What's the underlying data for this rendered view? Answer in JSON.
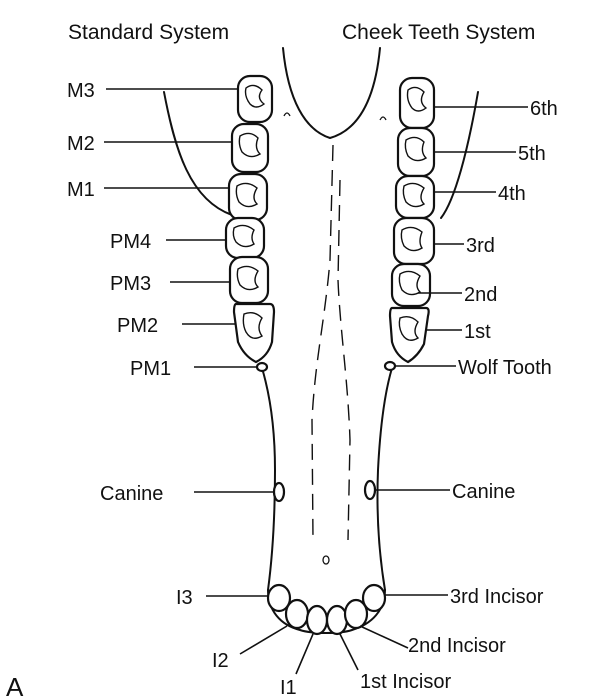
{
  "headers": {
    "standard": "Standard System",
    "cheek": "Cheek Teeth System"
  },
  "left_labels": {
    "m3": "M3",
    "m2": "M2",
    "m1": "M1",
    "pm4": "PM4",
    "pm3": "PM3",
    "pm2": "PM2",
    "pm1": "PM1",
    "canine": "Canine",
    "i3": "I3",
    "i2": "I2",
    "i1": "I1"
  },
  "right_labels": {
    "sixth": "6th",
    "fifth": "5th",
    "fourth": "4th",
    "third": "3rd",
    "second": "2nd",
    "first": "1st",
    "wolf": "Wolf Tooth",
    "canine": "Canine",
    "incisor3": "3rd Incisor",
    "incisor2": "2nd Incisor",
    "incisor1": "1st Incisor"
  },
  "panel_letter": "A",
  "colors": {
    "ink": "#111111",
    "background": "#ffffff"
  }
}
